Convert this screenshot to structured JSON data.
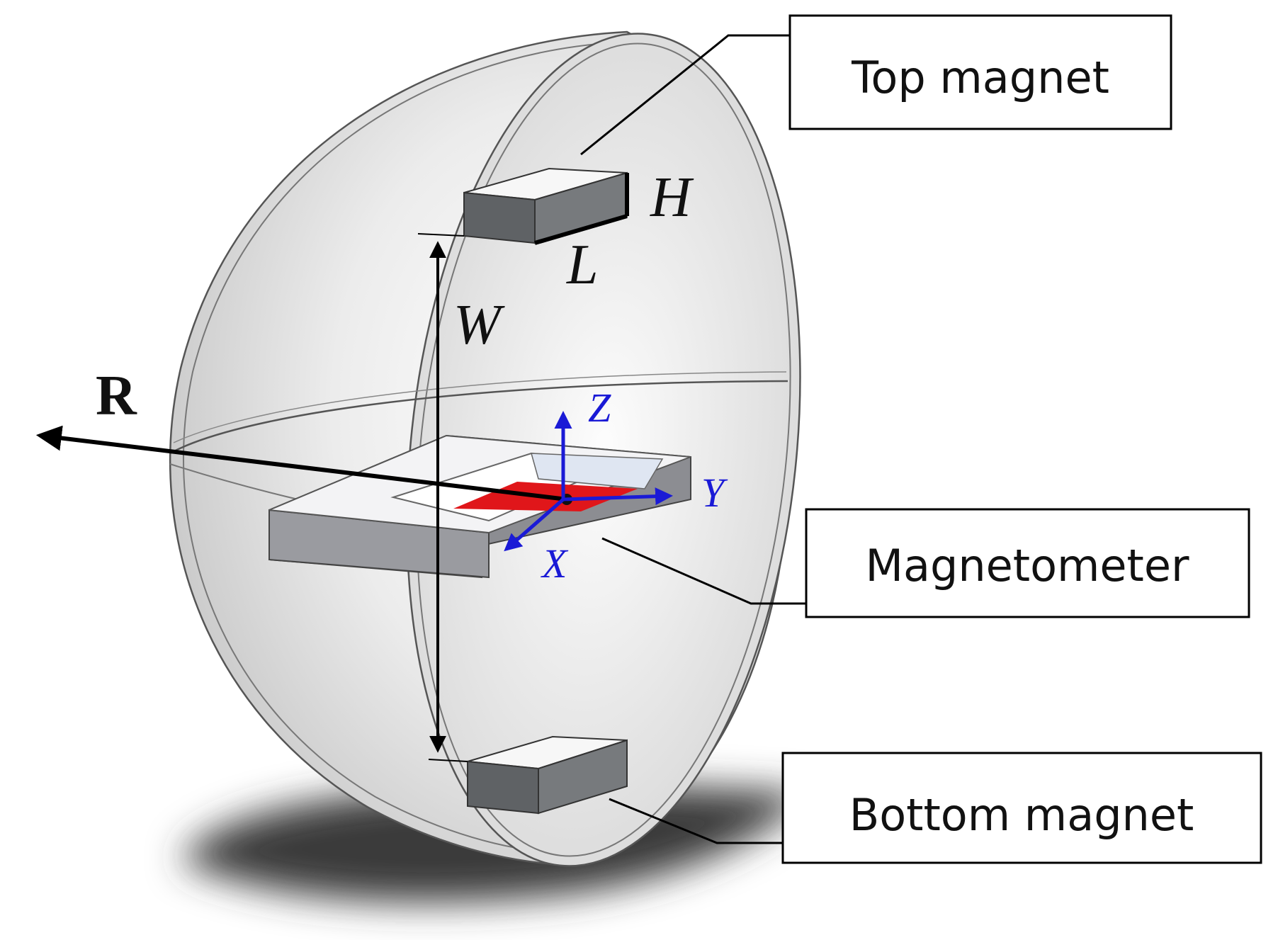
{
  "labels": {
    "top_magnet": "Top magnet",
    "magnetometer": "Magnetometer",
    "bottom_magnet": "Bottom magnet"
  },
  "dimensions": {
    "height": "H",
    "length": "L",
    "width": "W",
    "radius": "R"
  },
  "axes": {
    "x": "X",
    "y": "Y",
    "z": "Z"
  },
  "colors": {
    "axis": "#1a1ad6",
    "sensor_chip": "#e0161a",
    "magnet_face": "#5f6265",
    "shadow": "#3a3a3a"
  }
}
